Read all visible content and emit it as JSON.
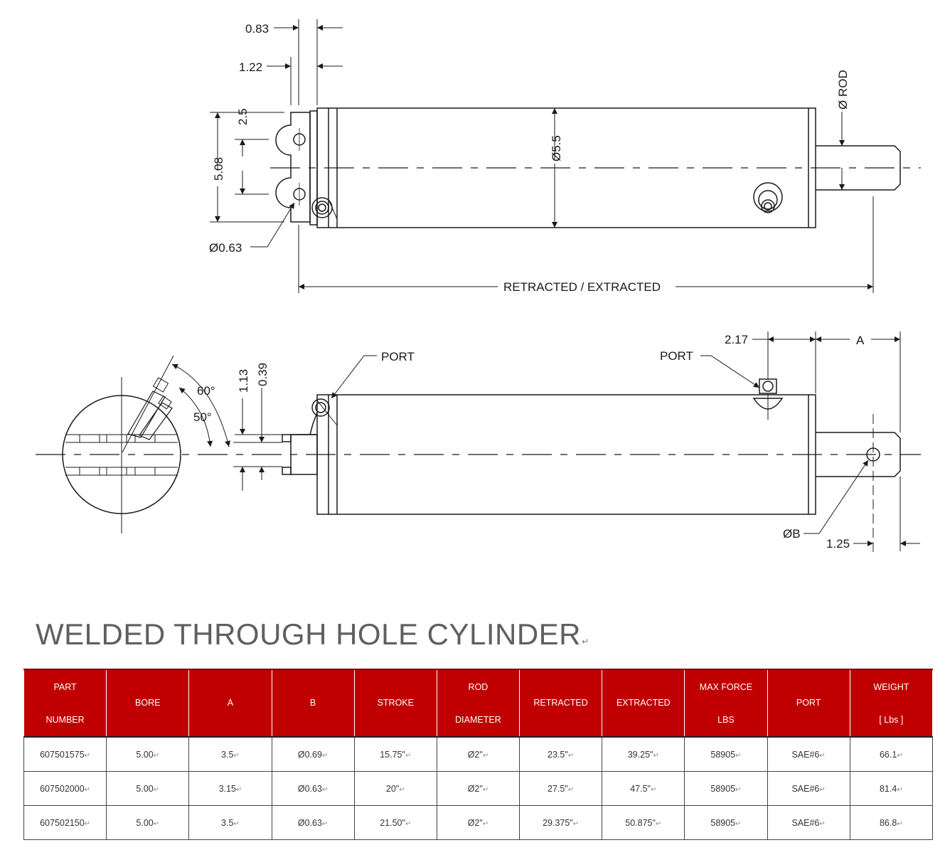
{
  "drawing": {
    "top_view": {
      "dim_0_83": "0.83",
      "dim_1_22": "1.22",
      "dim_2_5": "2.5",
      "dim_5_08": "5.08",
      "dim_bore_dia": "Ø5.5",
      "dim_rod": "Ø ROD",
      "dim_pin_hole": "Ø0.63",
      "dim_length": "RETRACTED / EXTRACTED"
    },
    "side_view": {
      "port_left": "PORT",
      "port_right": "PORT",
      "dim_2_17": "2.17",
      "dim_a": "A",
      "dim_1_13": "1.13",
      "dim_0_39": "0.39",
      "angle_60": "60°",
      "angle_50": "50°",
      "dim_b": "ØB",
      "dim_1_25": "1.25"
    }
  },
  "title": "WELDED THROUGH HOLE CYLINDER",
  "table": {
    "headers": [
      {
        "l1": "PART",
        "l2": "NUMBER"
      },
      {
        "l1": "BORE"
      },
      {
        "l1": "A"
      },
      {
        "l1": "B"
      },
      {
        "l1": "STROKE"
      },
      {
        "l1": "ROD",
        "l2": "DIAMETER"
      },
      {
        "l1": "RETRACTED"
      },
      {
        "l1": "EXTRACTED"
      },
      {
        "l1": "MAX FORCE",
        "l2": "LBS"
      },
      {
        "l1": "PORT"
      },
      {
        "l1": "WEIGHT",
        "l2": "[ Lbs ]"
      }
    ],
    "rows": [
      [
        "607501575",
        "5.00",
        "3.5",
        "Ø0.69",
        "15.75\"",
        "Ø2\"",
        "23.5\"",
        "39.25\"",
        "58905",
        "SAE#6",
        "66.1"
      ],
      [
        "607502000",
        "5.00",
        "3.15",
        "Ø0.63",
        "20\"",
        "Ø2\"",
        "27.5\"",
        "47.5\"",
        "58905",
        "SAE#6",
        "81.4"
      ],
      [
        "607502150",
        "5.00",
        "3.5",
        "Ø0.63",
        "21.50\"",
        "Ø2\"",
        "29.375\"",
        "50.875\"",
        "58905",
        "SAE#6",
        "86.8"
      ]
    ]
  }
}
